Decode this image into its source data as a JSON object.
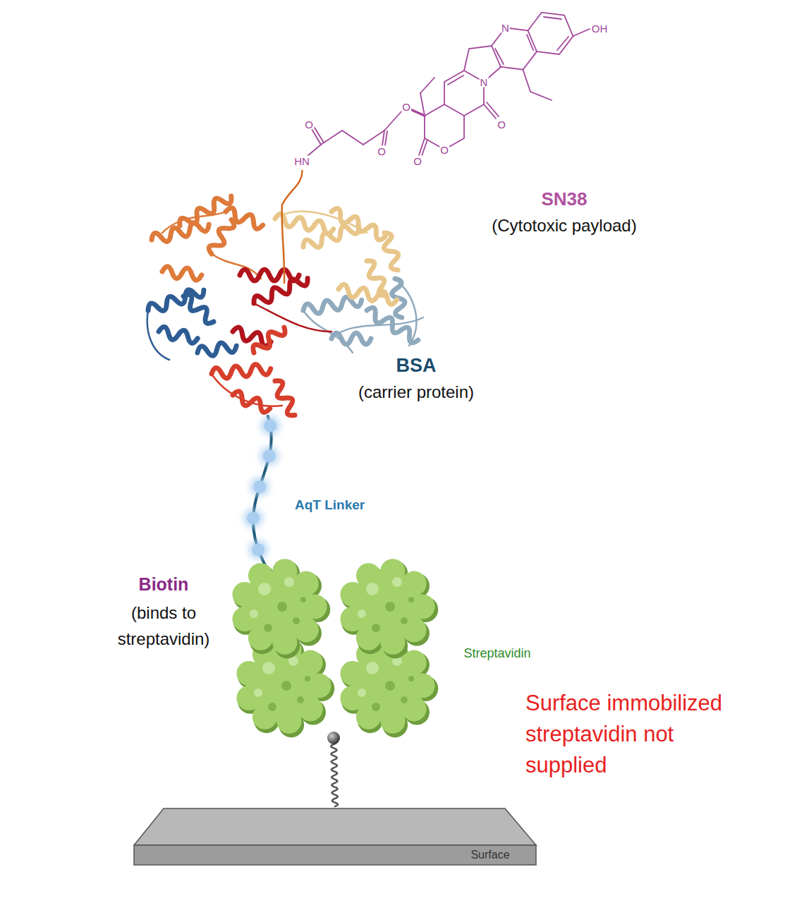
{
  "diagram": {
    "nodes": [
      {
        "text": [
          "SN38",
          "(Cytotoxic payload)"
        ]
      },
      {
        "text": [
          "BSA",
          "(carrier protein)"
        ]
      },
      {
        "text": [
          "Biotin",
          "(binds to streptavidin)"
        ]
      },
      {
        "text": [
          "Streptavidin"
        ]
      },
      {
        "text": [
          "Surface"
        ]
      }
    ],
    "edges": [
      {
        "from": 0,
        "to": 1,
        "arrow": "none"
      },
      {
        "from": 1,
        "to": 2,
        "label": "AqT Linker",
        "arrow": "none"
      },
      {
        "from": 3,
        "to": 4,
        "arrow": "none"
      }
    ],
    "labels": [
      "OH",
      "N",
      "N",
      "O",
      "O",
      "O",
      "O",
      "O",
      "O",
      "HN",
      "Surface immobilized streptavidin not supplied"
    ]
  }
}
